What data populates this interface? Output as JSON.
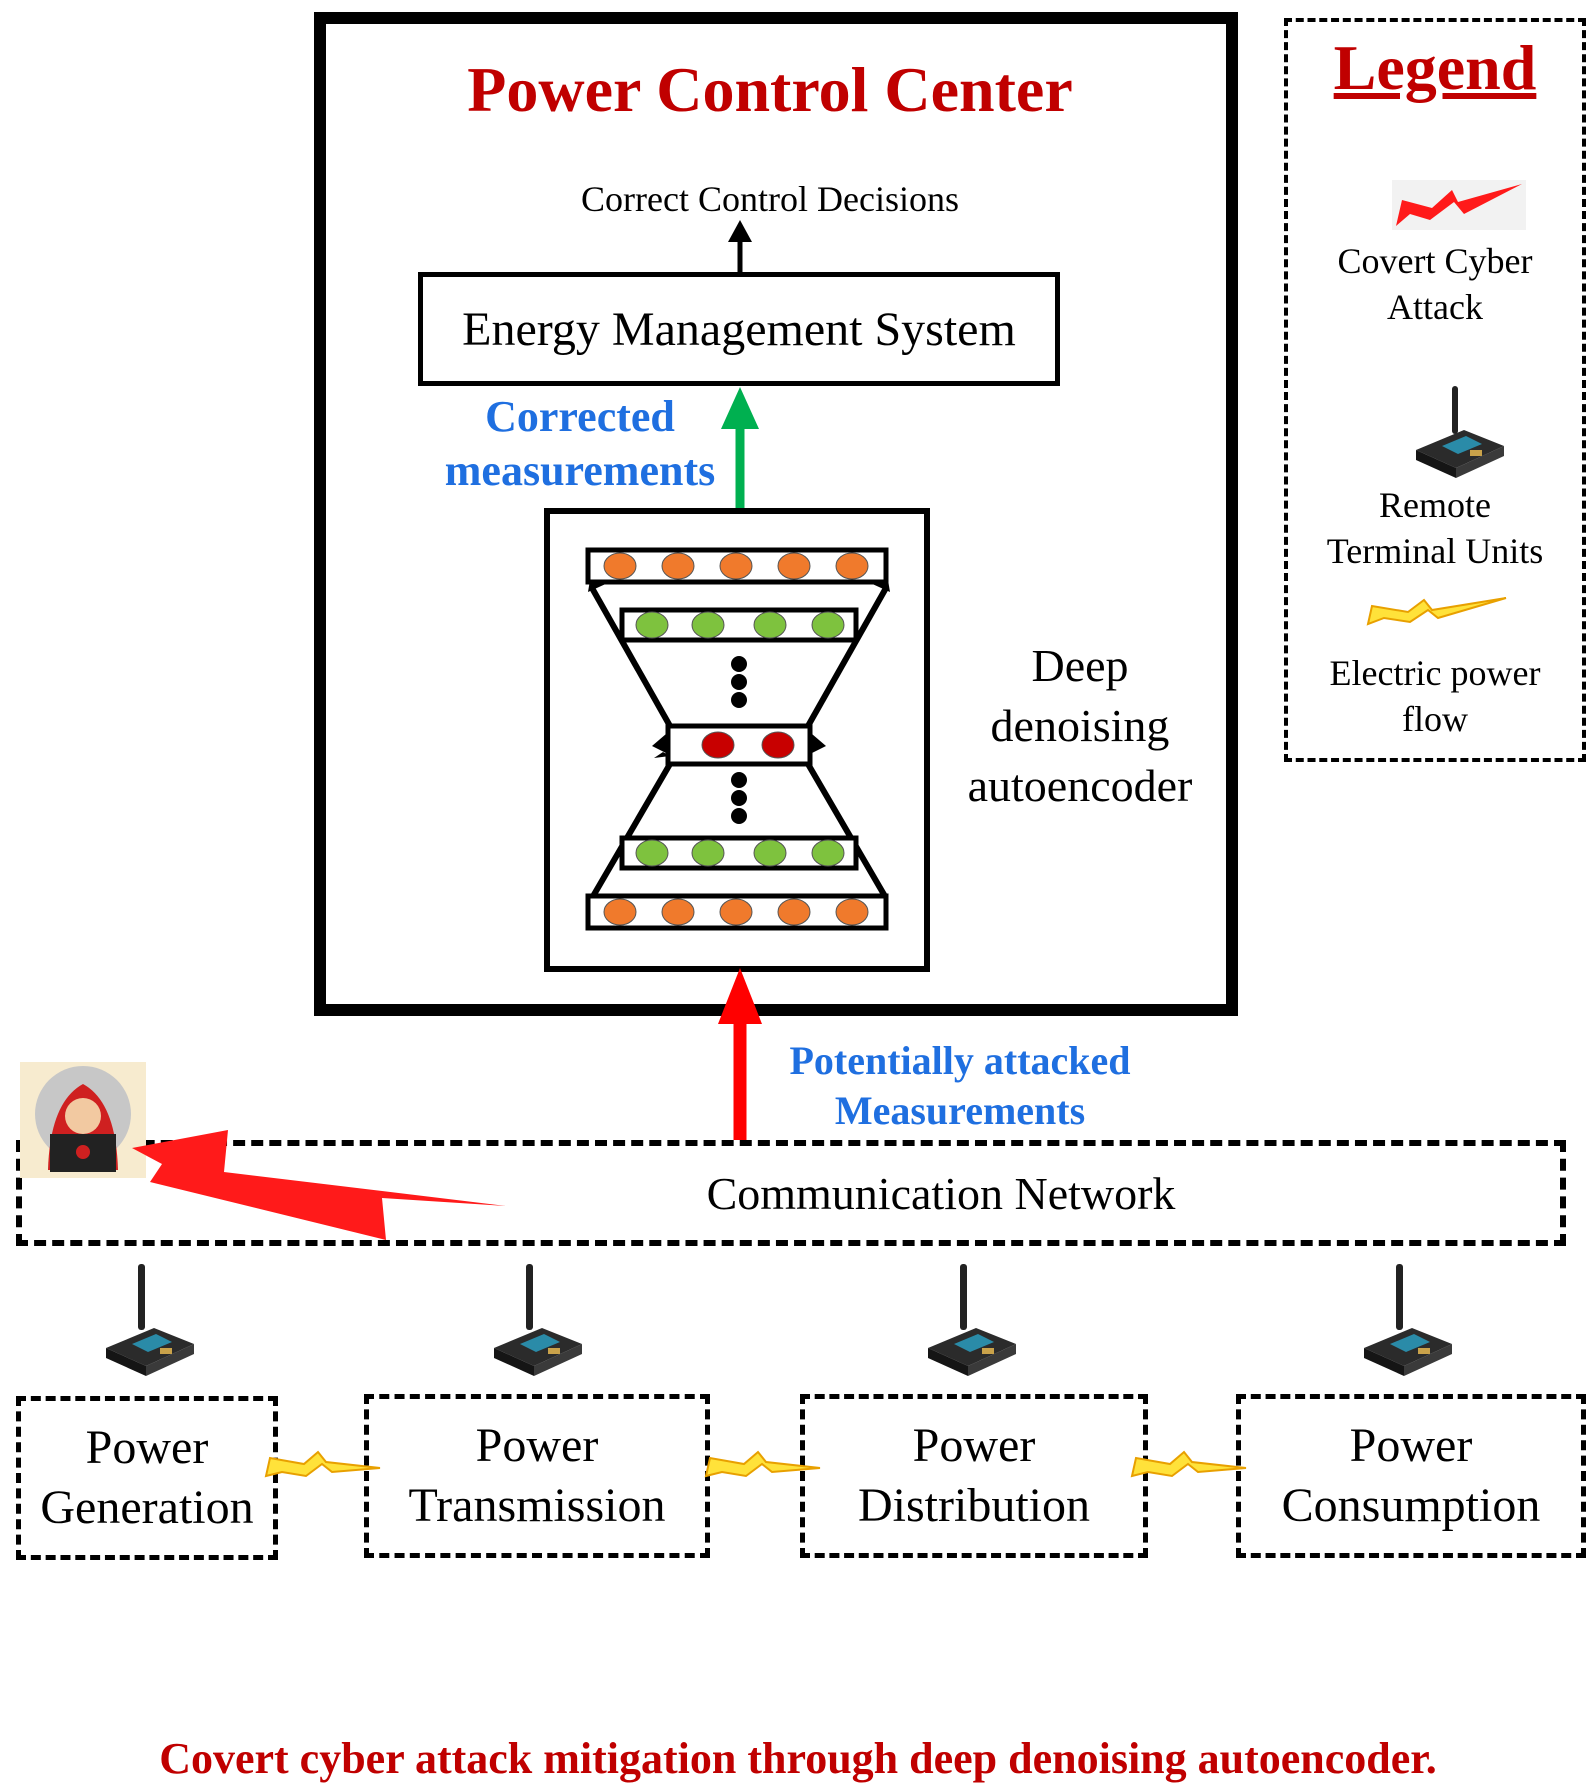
{
  "control_center": {
    "title": "Power Control Center"
  },
  "decisions_label": "Correct Control Decisions",
  "ems_label": "Energy Management System",
  "corrected_label_line1": "Corrected",
  "corrected_label_line2": "measurements",
  "autoencoder_label": {
    "line1": "Deep",
    "line2": "denoising",
    "line3": "autoencoder"
  },
  "attacked_label_line1": "Potentially attacked",
  "attacked_label_line2": "Measurements",
  "network_label": "Communication Network",
  "stages": [
    {
      "line1": "Power",
      "line2": "Generation"
    },
    {
      "line1": "Power",
      "line2": "Transmission"
    },
    {
      "line1": "Power",
      "line2": "Distribution"
    },
    {
      "line1": "Power",
      "line2": "Consumption"
    }
  ],
  "legend": {
    "title": "Legend",
    "items": [
      {
        "icon": "lightning-red-icon",
        "line1": "Covert Cyber",
        "line2": "Attack"
      },
      {
        "icon": "rtu-board-icon",
        "line1": "Remote",
        "line2": "Terminal Units"
      },
      {
        "icon": "lightning-yellow-icon",
        "line1": "Electric power",
        "line2": "flow"
      }
    ]
  },
  "caption": "Covert cyber attack mitigation through deep denoising autoencoder.",
  "colors": {
    "title_red": "#c00000",
    "label_blue": "#1f6fe0",
    "node_orange": "#f07a2c",
    "node_green": "#7ec23e",
    "node_red": "#c80000",
    "arrow_green": "#00b050",
    "arrow_red": "#ff0000",
    "lightning_yellow": "#ffe23a"
  }
}
